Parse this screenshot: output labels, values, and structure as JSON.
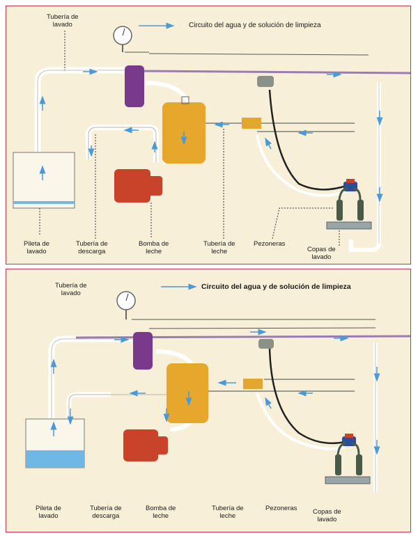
{
  "diagram_1": {
    "legend": "Circuito del agua y de solución de limpieza",
    "labels": {
      "tuberia_lavado": "Tubería de\nlavado",
      "pileta": "Pileta de\nlavado",
      "descarga": "Tubería de\ndescarga",
      "bomba": "Bomba de\nleche",
      "tuberia_leche": "Tubería de\nleche",
      "pezoneras": "Pezoneras",
      "copas": "Copas de\nlavado"
    }
  },
  "diagram_2": {
    "legend": "Circuito del agua y de solución de limpieza",
    "labels": {
      "tuberia_lavado": "Tubería de\nlavado",
      "pileta": "Pileta de\nlavado",
      "descarga": "Tubería de\ndescarga",
      "bomba": "Bomba de\nleche",
      "tuberia_leche": "Tubería de\nleche",
      "pezoneras": "Pezoneras",
      "copas": "Copas de\nlavado"
    }
  },
  "colors": {
    "panel_bg": "#f7efd7",
    "border": "#c5374a",
    "flow_arrow": "#4a9ad6",
    "water": "#6fb8e6",
    "receiver": "#7a3a8c",
    "milk_tank": "#e6a72c",
    "pump": "#c9432a",
    "jar": "#e2a82e",
    "claw": "#8a9186"
  }
}
